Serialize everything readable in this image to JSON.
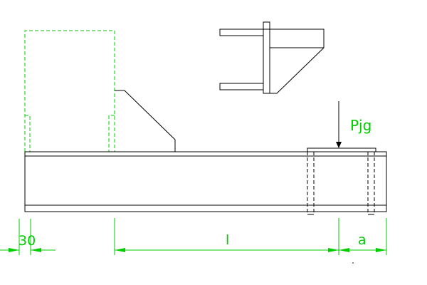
{
  "labels": {
    "load": "Pjg",
    "offset": "30",
    "span": "l",
    "overhang": "a"
  },
  "colors": {
    "drawing": "#000000",
    "annotation": "#00cc00",
    "background": "#ffffff"
  }
}
